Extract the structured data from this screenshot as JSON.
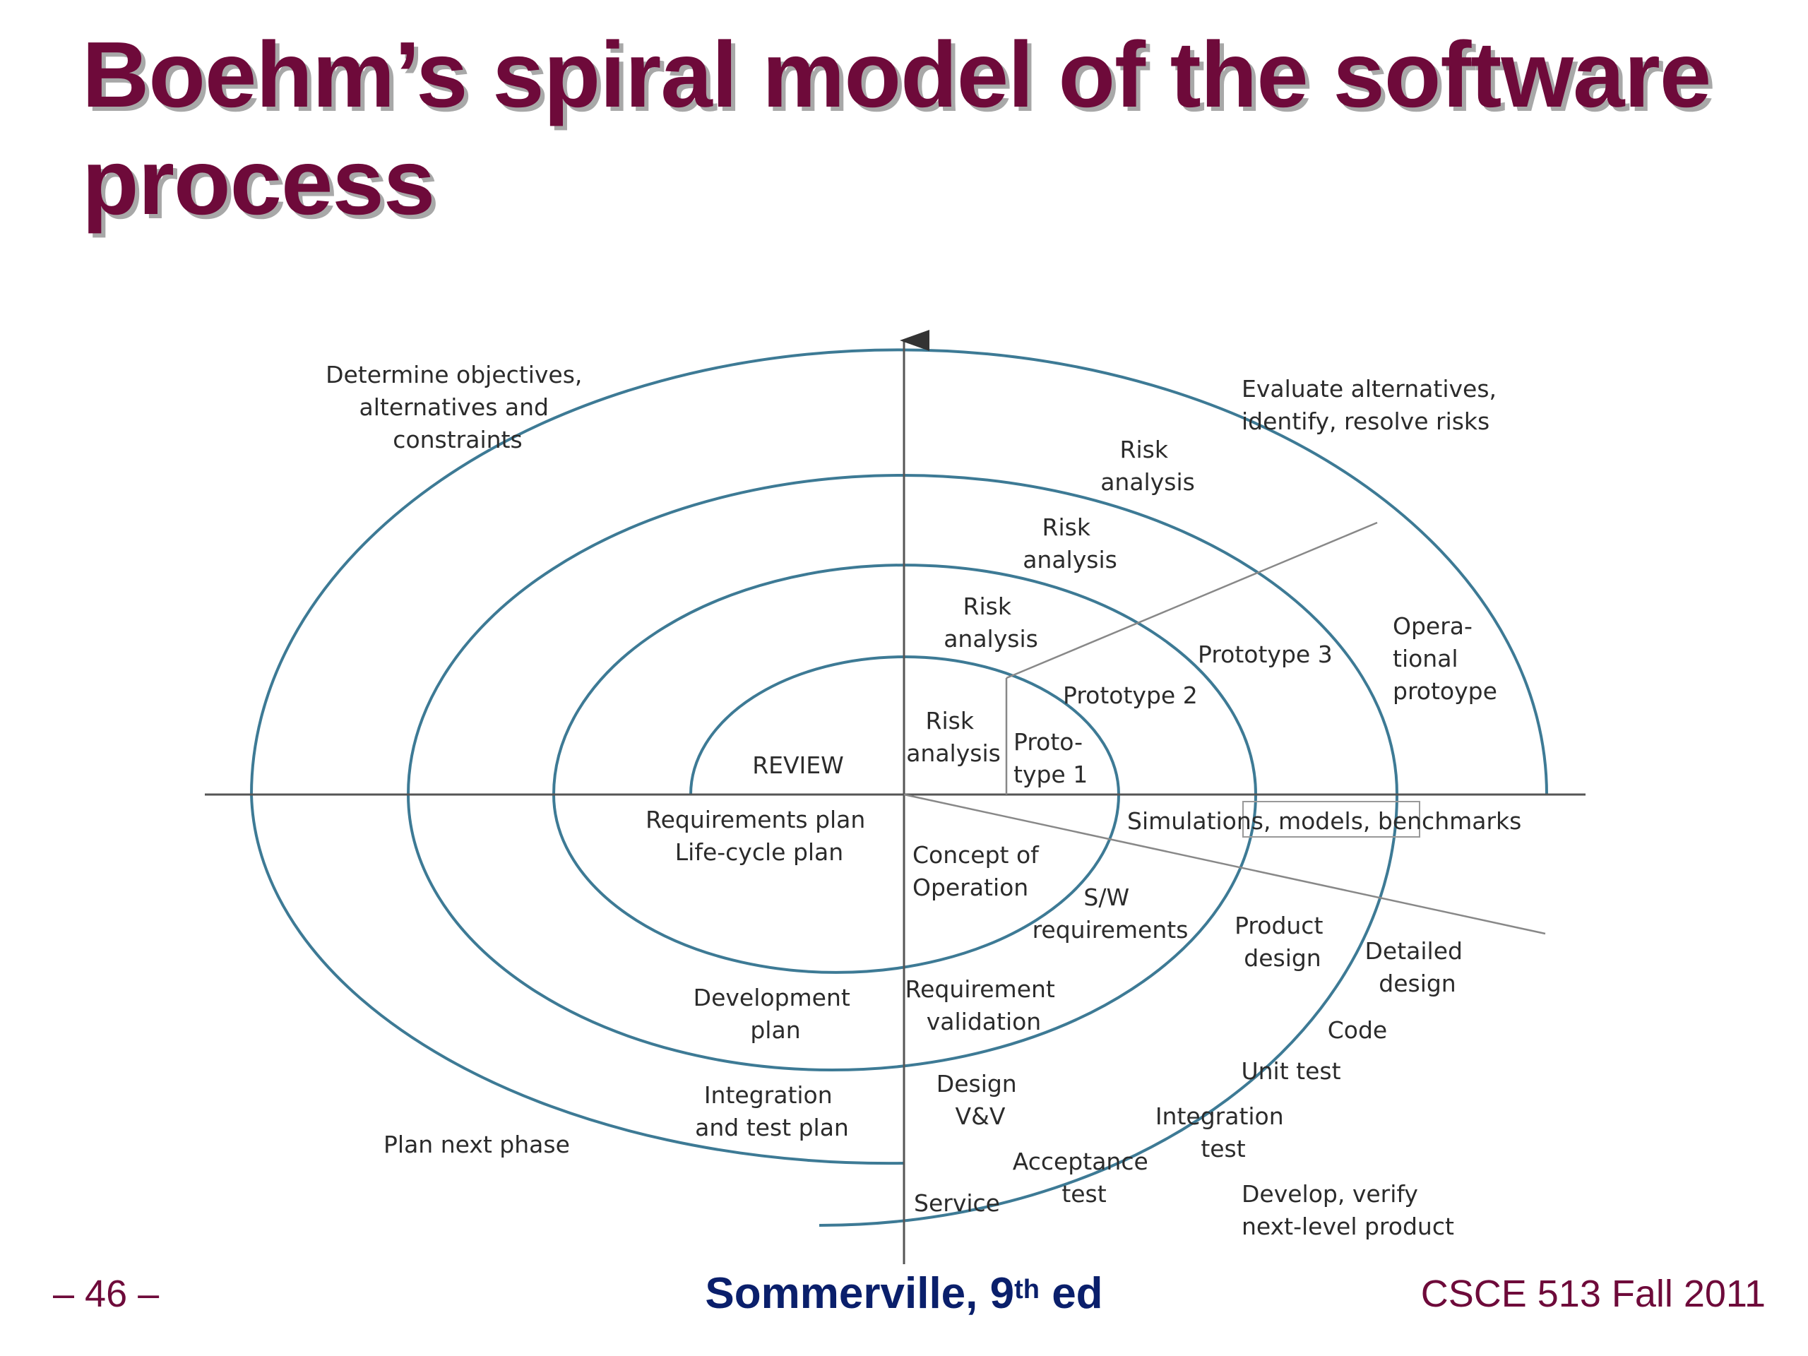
{
  "title": {
    "line1": "Boehm’s spiral model of the software",
    "line2": "process"
  },
  "diagram": {
    "quadrants": {
      "top_left": [
        "Determine objectives,",
        "alternatives and",
        "constraints"
      ],
      "top_right": [
        "Evaluate alternatives,",
        "identify, resolve risks"
      ],
      "bottom_left": "Plan next phase",
      "bottom_right": [
        "Develop, verify",
        "next-level product"
      ]
    },
    "review": "REVIEW",
    "risk_analysis": [
      "Risk",
      "analysis"
    ],
    "prototypes": {
      "p1": [
        "Proto-",
        "type 1"
      ],
      "p2": "Prototype 2",
      "p3": "Prototype 3",
      "operational": [
        "Opera-",
        "tional",
        "protoype"
      ]
    },
    "simulations": "Simulations, models, benchmarks",
    "plans": {
      "requirements": [
        "Requirements plan",
        "Life-cycle plan"
      ],
      "development": [
        "Development",
        "plan"
      ],
      "integration": [
        "Integration",
        "and test plan"
      ]
    },
    "stages": {
      "concept": [
        "Concept of",
        "Operation"
      ],
      "sw_requirements": [
        "S/W",
        "requirements"
      ],
      "product_design": [
        "Product",
        "design"
      ],
      "detailed_design": [
        "Detailed",
        "design"
      ],
      "code": "Code",
      "unit_test": "Unit test",
      "integration_test": [
        "Integration",
        "test"
      ],
      "acceptance_test": [
        "Acceptance",
        "test"
      ],
      "service": "Service",
      "requirement_validation": [
        "Requirement",
        "validation"
      ],
      "design_vv": [
        "Design",
        "V&V"
      ]
    },
    "colors": {
      "spiral": "#3d7a95",
      "axis": "#555555",
      "title": "#6e0a3a",
      "source": "#0a1f6b"
    }
  },
  "footer": {
    "page": "– 46 –",
    "source_main": "Sommerville, 9",
    "source_sup": "th",
    "source_tail": " ed",
    "course": "CSCE 513 Fall 2011"
  }
}
